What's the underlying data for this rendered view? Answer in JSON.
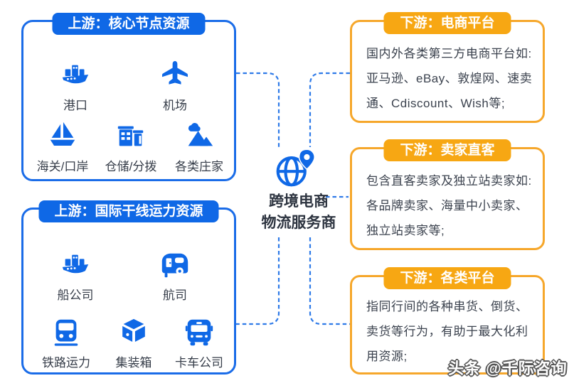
{
  "colors": {
    "blue_fill": "#0f68e6",
    "blue_border": "#1a6ce8",
    "dashed_line_blue": "#2e7ae8",
    "orange_fill": "#f7a713",
    "orange_border": "#f6a72b",
    "body_text": "#3b424e",
    "center_text": "#2d3440"
  },
  "upstream": [
    {
      "title": "上游：核心节点资源",
      "items": [
        {
          "icon": "cargo-ship-icon",
          "label": "港口"
        },
        {
          "icon": "airplane-icon",
          "label": "机场"
        },
        {
          "icon": "sailboat-icon",
          "label": "海关/口岸"
        },
        {
          "icon": "warehouse-icon",
          "label": "仓储/分拨"
        },
        {
          "icon": "mountains-icon",
          "label": "各类庄家"
        }
      ]
    },
    {
      "title": "上游：国际干线运力资源",
      "items": [
        {
          "icon": "cargo-ship-icon",
          "label": "船公司"
        },
        {
          "icon": "caravan-icon",
          "label": "航司"
        },
        {
          "icon": "train-icon",
          "label": "铁路运力"
        },
        {
          "icon": "container-box-icon",
          "label": "集装箱"
        },
        {
          "icon": "truck-icon",
          "label": "卡车公司"
        }
      ]
    }
  ],
  "center": {
    "icon": "globe-location-pin-icon",
    "line1": "跨境电商",
    "line2": "物流服务商"
  },
  "downstream": [
    {
      "title": "下游：电商平台",
      "body": "国内外各类第三方电商平台如:亚马逊、eBay、敦煌网、速卖通、Cdiscount、Wish等;"
    },
    {
      "title": "下游：卖家直客",
      "body": "包含直客卖家及独立站卖家如:各品牌卖家、海量中小卖家、独立站卖家等;"
    },
    {
      "title": "下游：各类平台",
      "body": "指同行间的各种串货、倒货、卖货等行为，有助于最大化利用资源;"
    }
  ],
  "watermark": "头条 @千际咨询"
}
